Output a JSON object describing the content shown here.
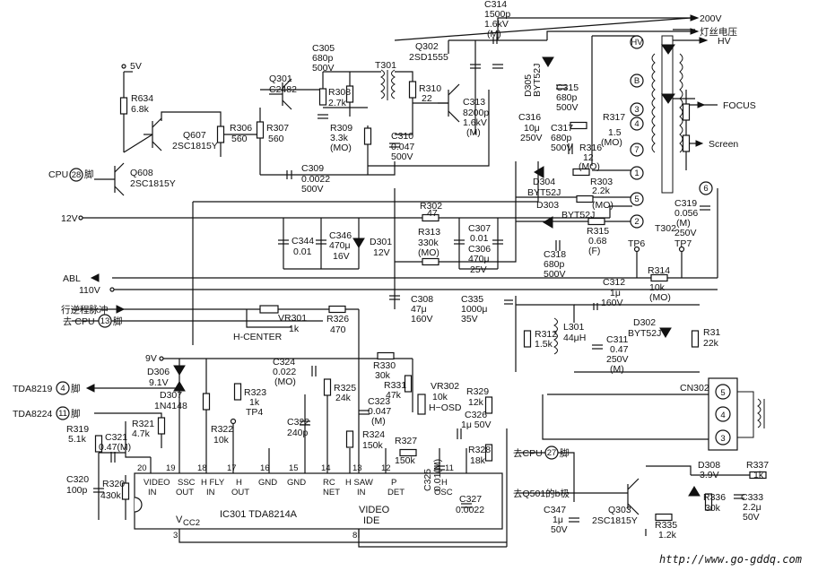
{
  "outputs": {
    "v200": "200V",
    "filament": "灯丝电压",
    "hv": "HV",
    "focus": "FOCUS",
    "screen": "Screen"
  },
  "inputs": {
    "v5": "5V",
    "cpu28_a": "CPU",
    "cpu28_b": "28",
    "cpu28_c": "脚",
    "v12": "12V",
    "abl": "ABL",
    "v110": "110V",
    "hflyback_pulse": "行逆程脉冲",
    "cpu13_a": "去 CPU",
    "cpu13_b": "13",
    "cpu13_c": "脚",
    "v9": "9V",
    "tda8219_a": "TDA8219",
    "tda8219_b": "4",
    "tda8219_c": "脚",
    "tda8224_a": "TDA8224",
    "tda8224_b": "11",
    "tda8224_c": "脚",
    "cpu27_a": "去CPU",
    "cpu27_b": "27",
    "cpu27_c": "脚",
    "q501": "去Q501的b极"
  },
  "components": {
    "r634": [
      "R634",
      "6.8k"
    ],
    "q607": [
      "Q607",
      "2SC1815Y"
    ],
    "q608": [
      "Q608",
      "2SC1815Y"
    ],
    "r306": [
      "R306",
      "560"
    ],
    "r307": [
      "R307",
      "560"
    ],
    "q301": [
      "Q301",
      "C2482"
    ],
    "c305": [
      "C305",
      "680p",
      "500V"
    ],
    "r308": [
      "R308",
      "2.7k"
    ],
    "r309": [
      "R309",
      "3.3k",
      "(MO)"
    ],
    "t301": [
      "T301"
    ],
    "c309": [
      "C309",
      "0.0022",
      "500V"
    ],
    "r310": [
      "R310",
      "22"
    ],
    "c310": [
      "C310",
      "0.047",
      "500V"
    ],
    "q302": [
      "Q302",
      "2SD1555"
    ],
    "c314": [
      "C314",
      "1500p",
      "1.6kV",
      "(M)"
    ],
    "c313": [
      "C313",
      "8200p",
      "1.6kV",
      "(M)"
    ],
    "d305": [
      "D305",
      "BYT52J"
    ],
    "c315": [
      "C315",
      "680p",
      "500V"
    ],
    "r317": [
      "R317",
      "1.5",
      "(MO)"
    ],
    "c316": [
      "C316",
      "10μ",
      "250V"
    ],
    "c317": [
      "C317",
      "680p",
      "500V"
    ],
    "r316": [
      "R316",
      "12",
      "(MO)"
    ],
    "d304": [
      "D304",
      "BYT52J"
    ],
    "r303": [
      "R303",
      "2.2k",
      "(MO)"
    ],
    "d303": [
      "D303",
      "BYT52J"
    ],
    "r315": [
      "R315",
      "0.68",
      "(F)"
    ],
    "c318": [
      "C318",
      "680p",
      "500V"
    ],
    "tp6": [
      "TP6"
    ],
    "tp7": [
      "TP7"
    ],
    "t302": [
      "T302"
    ],
    "c319": [
      "C319",
      "0.056",
      "(M)",
      "250V"
    ],
    "r302": [
      "R302",
      "47"
    ],
    "c344": [
      "C344",
      "0.01"
    ],
    "c346": [
      "C346",
      "470μ",
      "16V"
    ],
    "d301": [
      "D301",
      "12V"
    ],
    "r313": [
      "R313",
      "330k",
      "(MO)"
    ],
    "c307": [
      "C307",
      "0.01"
    ],
    "c306": [
      "C306",
      "470μ",
      "25V"
    ],
    "r314": [
      "R314",
      "10k",
      "(MO)"
    ],
    "c308": [
      "C308",
      "47μ",
      "160V"
    ],
    "c335": [
      "C335",
      "1000μ",
      "35V"
    ],
    "c312": [
      "C312",
      "1μ",
      "160V"
    ],
    "r312": [
      "R312",
      "1.5k"
    ],
    "l301": [
      "L301",
      "44μH"
    ],
    "c311": [
      "C311",
      "0.47",
      "250V",
      "(M)"
    ],
    "d302": [
      "D302",
      "BYT52J"
    ],
    "r31": [
      "R31",
      "22k"
    ],
    "cn302": [
      "CN302"
    ],
    "vr301": [
      "VR301",
      "1k"
    ],
    "r326": [
      "R326",
      "470"
    ],
    "hcenter": [
      "H-CENTER"
    ],
    "d306": [
      "D306",
      "9.1V"
    ],
    "d307": [
      "D307",
      "1N4148"
    ],
    "r322": [
      "R322",
      "10k"
    ],
    "r323": [
      "R323",
      "1k"
    ],
    "tp4": [
      "TP4"
    ],
    "c324": [
      "C324",
      "0.022",
      "(MO)"
    ],
    "r330": [
      "R330",
      "30k"
    ],
    "r331": [
      "R331",
      "47k"
    ],
    "vr302": [
      "VR302",
      "10k"
    ],
    "hosd": [
      "H−OSD"
    ],
    "r325": [
      "R325",
      "24k"
    ],
    "c323": [
      "C323",
      "0.047",
      "(M)"
    ],
    "c322": [
      "C322",
      "240p"
    ],
    "r324": [
      "R324",
      "150k"
    ],
    "r327": [
      "R327",
      "150k"
    ],
    "r329": [
      "R329",
      "12k"
    ],
    "c326": [
      "C326",
      "1μ 50V"
    ],
    "r328": [
      "R328",
      "18k"
    ],
    "c325": [
      "C325",
      "0.01(M)"
    ],
    "c327": [
      "C327",
      "0.0022"
    ],
    "r319": [
      "R319",
      "5.1k"
    ],
    "c321": [
      "C321",
      "0.47(M)"
    ],
    "r321": [
      "R321",
      "4.7k"
    ],
    "c320": [
      "C320",
      "100p"
    ],
    "r320": [
      "R320",
      "430k"
    ],
    "q303": [
      "Q303",
      "2SC1815Y"
    ],
    "r335": [
      "R335",
      "1.2k"
    ],
    "c347": [
      "C347",
      "1μ",
      "50V"
    ],
    "d308": [
      "D308",
      "3.9V"
    ],
    "r337": [
      "R337",
      "1k"
    ],
    "r336": [
      "R336",
      "30k"
    ],
    "c333": [
      "C333",
      "2.2μ",
      "50V"
    ]
  },
  "ic": {
    "name": "IC301 TDA8214A",
    "vcc": "V",
    "vcc_sub": "CC2",
    "pins_top": [
      {
        "num": "20",
        "label": [
          "VIDEO",
          "IN"
        ]
      },
      {
        "num": "19",
        "label": [
          "SSC",
          "OUT"
        ]
      },
      {
        "num": "18",
        "label": [
          "H FLY",
          "IN"
        ]
      },
      {
        "num": "17",
        "label": [
          "H",
          "OUT"
        ]
      },
      {
        "num": "16",
        "label": [
          "GND"
        ]
      },
      {
        "num": "15",
        "label": [
          "GND"
        ]
      },
      {
        "num": "14",
        "label": [
          "RC",
          "NET"
        ]
      },
      {
        "num": "13",
        "label": [
          "H SAW",
          "IN"
        ]
      },
      {
        "num": "12",
        "label": [
          "P",
          "DET"
        ]
      },
      {
        "num": "11",
        "label": [
          "H",
          "OSC"
        ]
      }
    ],
    "pin_labels_inside": [
      "VIDEO",
      "IDE"
    ],
    "pins_bottom": [
      {
        "num": "3"
      },
      {
        "num": "8"
      }
    ]
  },
  "t302_pins": [
    "HV",
    "B",
    "3",
    "4",
    "7",
    "1",
    "5",
    "2",
    "6"
  ],
  "cn302_pins": [
    "5",
    "4",
    "3"
  ],
  "watermark": "http://www.go-gddq.com"
}
